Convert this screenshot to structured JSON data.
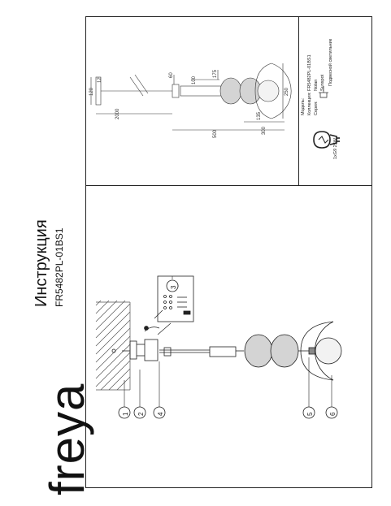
{
  "brand": "freya",
  "title": "Инструкция",
  "model_code": "FR5482PL-01BS1",
  "callouts": [
    "1",
    "2",
    "4",
    "5",
    "6",
    "3"
  ],
  "dimensions": [
    "120",
    "12",
    "2000",
    "100",
    "175",
    "300",
    "250",
    "500",
    "60",
    "135"
  ],
  "info": {
    "model_label": "Модель:",
    "model_value": "FR5482PL-01BS1",
    "collection_label": "Коллекция:",
    "collection_value": "Nolan",
    "series_label": "Серия:",
    "series_value": "Sunspot",
    "type_value": "Подвесной светильник"
  },
  "bulb_spec": "1xG9 25W",
  "colors": {
    "line": "#222222",
    "glass": "#d4d4d4",
    "hatch": "#555555"
  }
}
